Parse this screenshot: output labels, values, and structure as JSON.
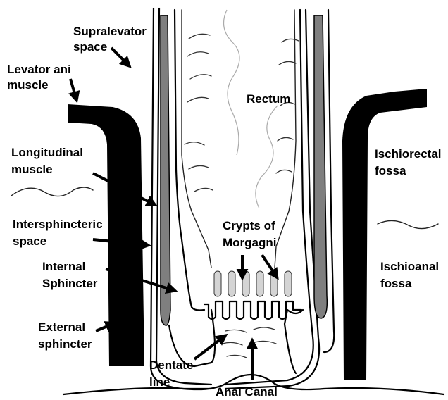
{
  "labels": {
    "supralevator_1": "Supralevator",
    "supralevator_2": "space",
    "levator_1": "Levator ani",
    "levator_2": "muscle",
    "rectum": "Rectum",
    "longitudinal_1": "Longitudinal",
    "longitudinal_2": "muscle",
    "ischiorectal_1": "Ischiorectal",
    "ischiorectal_2": "fossa",
    "intersphincteric_1": "Intersphincteric",
    "intersphincteric_2": "space",
    "crypts_1": "Crypts of",
    "crypts_2": "Morgagni",
    "ischioanal_1": "Ischioanal",
    "ischioanal_2": "fossa",
    "internal_1": "Internal",
    "internal_2": "Sphincter",
    "external_1": "External",
    "external_2": "sphincter",
    "dentate_1": "Dentate",
    "dentate_2": "line",
    "anal_canal": "Anal Canal"
  },
  "colors": {
    "muscle_black": "#000000",
    "internal_sphincter_gray": "#7f7f7f",
    "column_gray": "#d4d4d4",
    "outline": "#000000"
  }
}
